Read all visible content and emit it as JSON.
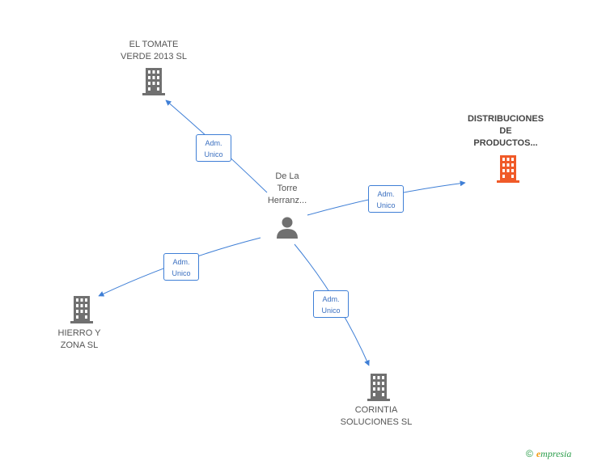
{
  "center": {
    "label": "De La\nTorre\nHerranz..."
  },
  "nodes": {
    "el_tomate": {
      "label": "EL TOMATE\nVERDE 2013 SL"
    },
    "distribuciones": {
      "label": "DISTRIBUCIONES\nDE\nPRODUCTOS..."
    },
    "hierro": {
      "label": "HIERRO Y\nZONA SL"
    },
    "corintia": {
      "label": "CORINTIA\nSOLUCIONES SL"
    }
  },
  "edges": {
    "el_tomate": {
      "line1": "Adm.",
      "line2": "Unico"
    },
    "distribuciones": {
      "line1": "Adm.",
      "line2": "Unico"
    },
    "hierro": {
      "line1": "Adm.",
      "line2": "Unico"
    },
    "corintia": {
      "line1": "Adm.",
      "line2": "Unico"
    }
  },
  "colors": {
    "edge": "#3f7fd6",
    "building_default": "#707070",
    "building_highlight": "#f05a28",
    "person": "#707070"
  },
  "brand": {
    "copyright": "©",
    "e_letter": "e",
    "name": "mpresia"
  }
}
